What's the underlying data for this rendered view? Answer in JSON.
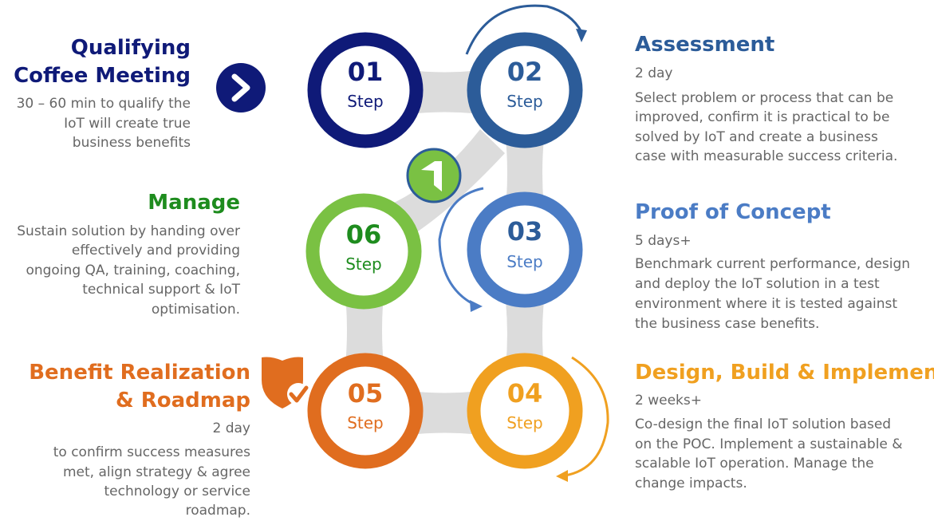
{
  "colors": {
    "step1": "#0f1a78",
    "step2": "#2c5c99",
    "step3": "#4b7cc5",
    "step4": "#f0a020",
    "step5": "#e06d1f",
    "step6": "#7ac143",
    "step2_title": "#2c5c99",
    "step3_title": "#4b7cc5",
    "step4_title": "#f0a020",
    "step5_title": "#e06d1f",
    "step6_title": "#1e8c1e",
    "connector": "#dcdcdc"
  },
  "steps": [
    {
      "number": "01",
      "label": "Step"
    },
    {
      "number": "02",
      "label": "Step"
    },
    {
      "number": "03",
      "label": "Step"
    },
    {
      "number": "04",
      "label": "Step"
    },
    {
      "number": "05",
      "label": "Step"
    },
    {
      "number": "06",
      "label": "Step"
    }
  ],
  "qualifying": {
    "title_line1": "Qualifying",
    "title_line2": "Coffee Meeting",
    "desc_line1": "30 – 60 min to qualify the",
    "desc_line2": "IoT will create true",
    "desc_line3": "business benefits"
  },
  "assessment": {
    "title": "Assessment",
    "duration": "2 day",
    "desc_line1": "Select problem or process that can be",
    "desc_line2": "improved, confirm it is practical to be",
    "desc_line3": "solved by IoT and create a business",
    "desc_line4": "case with measurable success criteria."
  },
  "poc": {
    "title": "Proof of Concept",
    "duration": "5 days+",
    "desc_line1": "Benchmark current performance, design",
    "desc_line2": "and deploy the IoT solution in a test",
    "desc_line3": "environment where it is tested against",
    "desc_line4": "the business case benefits."
  },
  "design": {
    "title": "Design, Build & Implement",
    "duration": "2 weeks+",
    "desc_line1": "Co-design the final IoT solution based",
    "desc_line2": "on the POC. Implement  a sustainable &",
    "desc_line3": "scalable IoT operation. Manage the",
    "desc_line4": "change impacts."
  },
  "benefit": {
    "title_line1": "Benefit Realization",
    "title_line2": "& Roadmap",
    "duration": "2 day",
    "desc_line1": "to confirm success measures",
    "desc_line2": "met, align strategy & agree",
    "desc_line3": "technology or service",
    "desc_line4": "roadmap."
  },
  "manage": {
    "title": "Manage",
    "desc_line1": "Sustain solution by handing over",
    "desc_line2": "effectively and providing",
    "desc_line3": "ongoing QA, training, coaching,",
    "desc_line4": "technical support & IoT",
    "desc_line5": "optimisation."
  }
}
